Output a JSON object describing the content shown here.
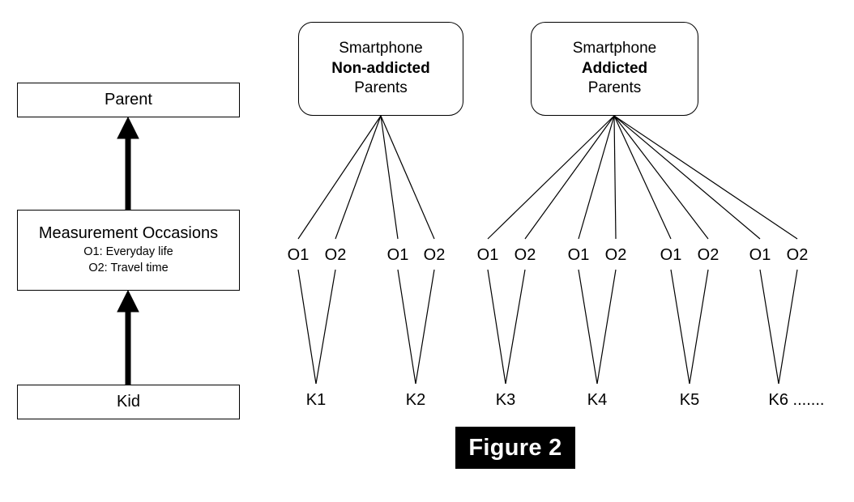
{
  "figure": {
    "caption": "Figure 2"
  },
  "left_panel": {
    "levels": [
      {
        "title": "Parent",
        "sublines": []
      },
      {
        "title": "Measurement Occasions",
        "sublines": [
          "O1: Everyday life",
          "O2: Travel time"
        ]
      },
      {
        "title": "Kid",
        "sublines": []
      }
    ],
    "arrow_up_1": "arrow-kid-to-measurement",
    "arrow_up_2": "arrow-measurement-to-parent"
  },
  "right_panel": {
    "groups": [
      {
        "line1": "Smartphone",
        "line2": "Non-addicted",
        "line3": "Parents",
        "children": [
          "K1",
          "K2"
        ]
      },
      {
        "line1": "Smartphone",
        "line2": "Addicted",
        "line3": "Parents",
        "children": [
          "K3",
          "K4",
          "K5",
          "K6 ......."
        ]
      }
    ],
    "occasion_labels": [
      "O1",
      "O2",
      "O1",
      "O2",
      "O1",
      "O2",
      "O1",
      "O2",
      "O1",
      "O2",
      "O1",
      "O2"
    ],
    "kid_labels": [
      "K1",
      "K2",
      "K3",
      "K4",
      "K5",
      "K6 ......."
    ]
  },
  "colors": {
    "stroke": "#000000",
    "background": "#ffffff",
    "caption_background": "#000000",
    "caption_text": "#ffffff"
  }
}
